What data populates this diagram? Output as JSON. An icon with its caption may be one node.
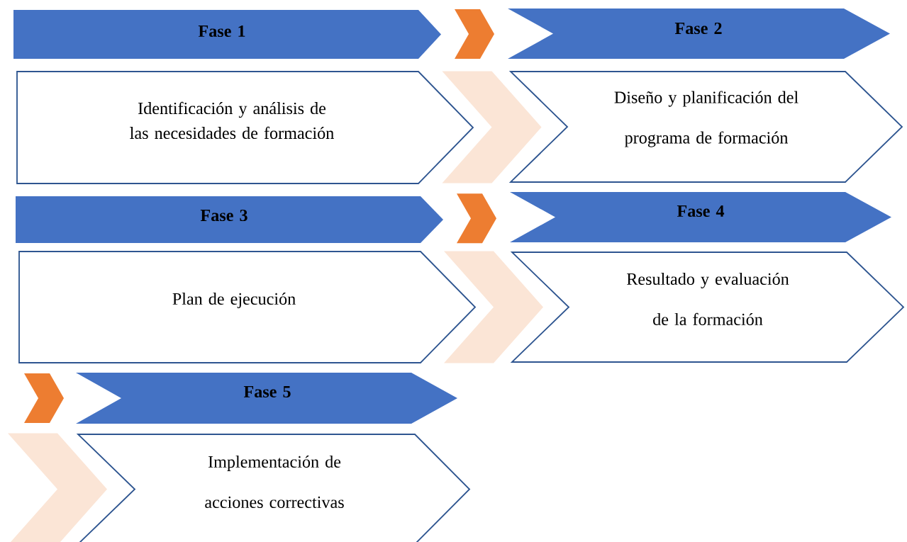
{
  "diagram": {
    "nodes": [
      {
        "text": [
          "Fase 1"
        ]
      },
      {
        "text": [
          "Identificación y análisis de las necesidades de formación"
        ]
      },
      {
        "text": [
          "Fase 2"
        ]
      },
      {
        "text": [
          "Diseño y planificación del programa de formación"
        ]
      },
      {
        "text": [
          "Fase 3"
        ]
      },
      {
        "text": [
          "Plan de ejecución"
        ]
      },
      {
        "text": [
          "Fase 4"
        ]
      },
      {
        "text": [
          "Resultado y evaluación de la formación"
        ]
      },
      {
        "text": [
          "Fase 5"
        ]
      },
      {
        "text": [
          "Implementación de acciones correctivas"
        ]
      }
    ],
    "edges": [
      {
        "from": 0,
        "to": 2,
        "arrow": "to",
        "color": "#ed7d31"
      },
      {
        "from": 1,
        "to": 3,
        "arrow": "to",
        "color": "#fbe5d6"
      },
      {
        "from": 4,
        "to": 6,
        "arrow": "to",
        "color": "#ed7d31"
      },
      {
        "from": 5,
        "to": 7,
        "arrow": "to",
        "color": "#fbe5d6"
      },
      {
        "from": null,
        "to": 8,
        "arrow": "to",
        "color": "#ed7d31"
      },
      {
        "from": null,
        "to": 9,
        "arrow": "to",
        "color": "#fbe5d6"
      }
    ]
  }
}
